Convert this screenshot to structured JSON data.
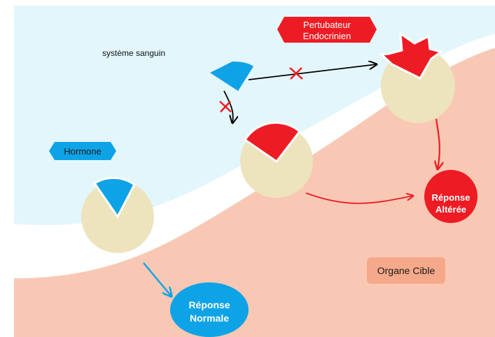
{
  "labels": {
    "blood_system": "système sanguin",
    "hormone": "Hormone",
    "disruptor_line1": "Pertubateur",
    "disruptor_line2": "Endocrinien",
    "normal_line1": "Réponse",
    "normal_line2": "Normale",
    "altered_line1": "Réponse",
    "altered_line2": "Altérée",
    "target_organ": "Organe Cible"
  },
  "colors": {
    "blood": "#e3f6fb",
    "organ": "#f9c8b4",
    "membrane": "#ffffff",
    "receptor": "#ede3bd",
    "hormone": "#0ea3e6",
    "disruptor": "#ed1c24",
    "organ_label_box": "#f6a98a",
    "arrow_black": "#000000"
  },
  "icons": {
    "blocked_mark": "red-cross"
  }
}
